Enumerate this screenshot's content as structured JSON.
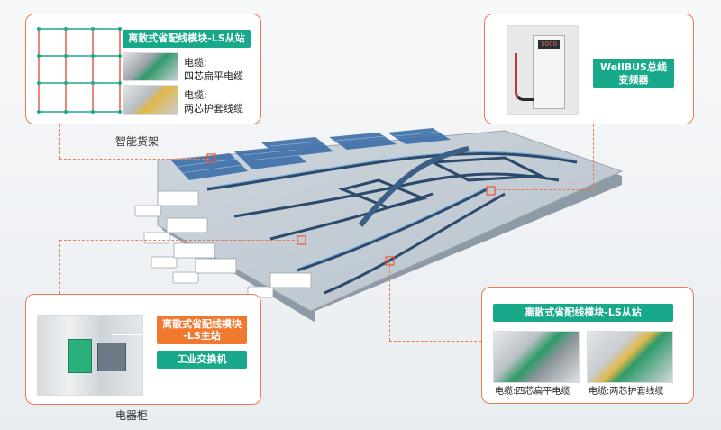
{
  "top_left_panel": {
    "tag": "离散式省配线模块-LS从站",
    "cable1_label": "电缆:",
    "cable1_type": "四芯扁平电缆",
    "cable2_label": "电缆:",
    "cable2_type": "两芯护套线缆",
    "caption": "智能货架"
  },
  "top_right_panel": {
    "tag_line1": "WellBUS总线",
    "tag_line2": "变频器",
    "display_text": "5000"
  },
  "bottom_left_panel": {
    "tag_master_line1": "离散式省配线模块",
    "tag_master_line2": "-LS主站",
    "tag_switch": "工业交换机",
    "caption": "电器柜"
  },
  "bottom_right_panel": {
    "tag": "离散式省配线模块-LS从站",
    "caption_left": "电缆:四芯扁平电缆",
    "caption_right": "电缆:两芯护套线缆"
  },
  "colors": {
    "accent_green": "#17a98a",
    "accent_orange": "#f0782f",
    "border": "#ee7a52"
  }
}
